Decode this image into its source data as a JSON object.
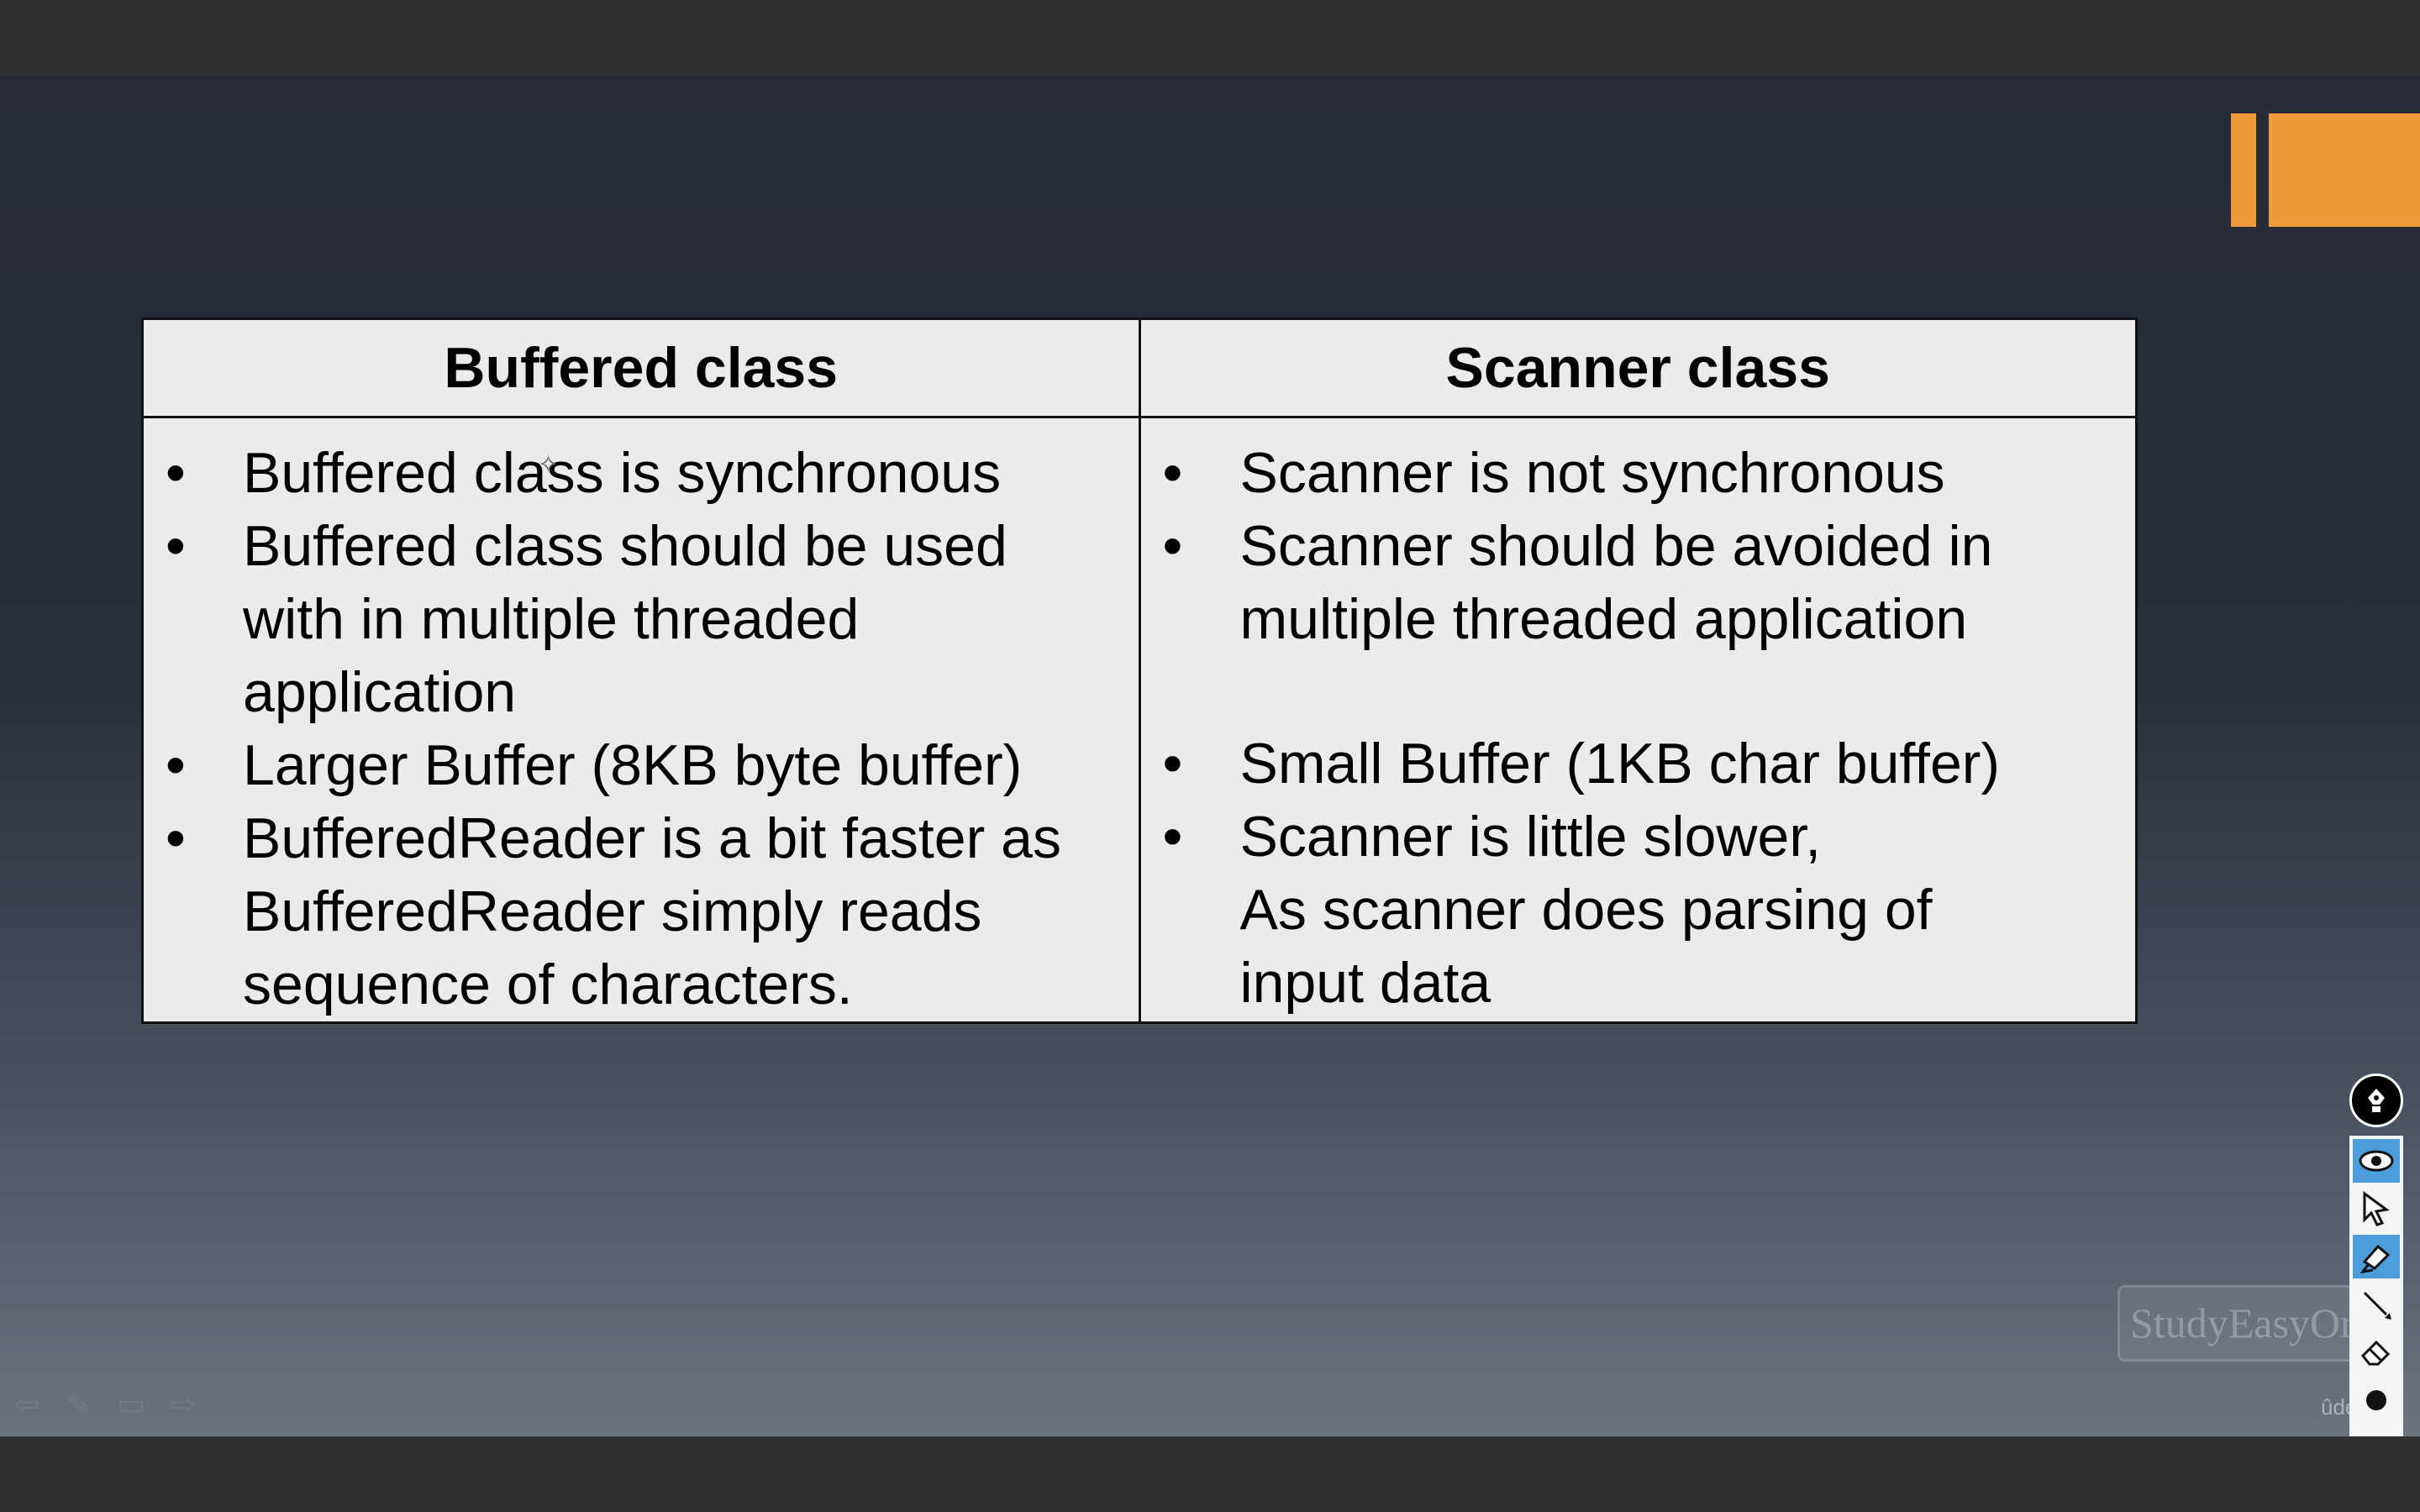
{
  "table": {
    "headers": [
      "Buffered class",
      "Scanner class"
    ],
    "buffered_points": [
      {
        "lines": [
          "Buffered class is synchronous"
        ]
      },
      {
        "lines": [
          "Buffered class should be used",
          "with in multiple threaded",
          "application"
        ]
      },
      {
        "lines": [
          "Larger Buffer  (8KB byte buffer)"
        ]
      },
      {
        "lines": [
          "BufferedReader is a bit faster as",
          "BufferedReader simply reads",
          "sequence of characters."
        ]
      }
    ],
    "scanner_points": [
      {
        "lines": [
          "Scanner is not synchronous"
        ]
      },
      {
        "lines": [
          "Scanner should be avoided  in",
          "multiple threaded application"
        ]
      },
      {
        "lines": [
          "Small Buffer  (1KB char buffer)"
        ]
      },
      {
        "lines": [
          "Scanner is little slower,",
          "As scanner does parsing of",
          "input data"
        ]
      }
    ],
    "bullet": "•"
  },
  "watermark": "StudyEasyOrg",
  "brand": "ûdemy",
  "colors": {
    "accent": "#ef9b3c",
    "table_bg": "#ebebeb",
    "active_tool": "#4b9ed9"
  },
  "presentation_nav": {
    "icons": [
      "back-arrow-icon",
      "pen-icon",
      "slides-icon",
      "forward-arrow-icon"
    ]
  },
  "annotation_tools": {
    "icons": [
      "pen-toggle-icon",
      "eye-icon",
      "pointer-icon",
      "highlighter-icon",
      "line-icon",
      "eraser-icon",
      "dot-icon"
    ]
  }
}
